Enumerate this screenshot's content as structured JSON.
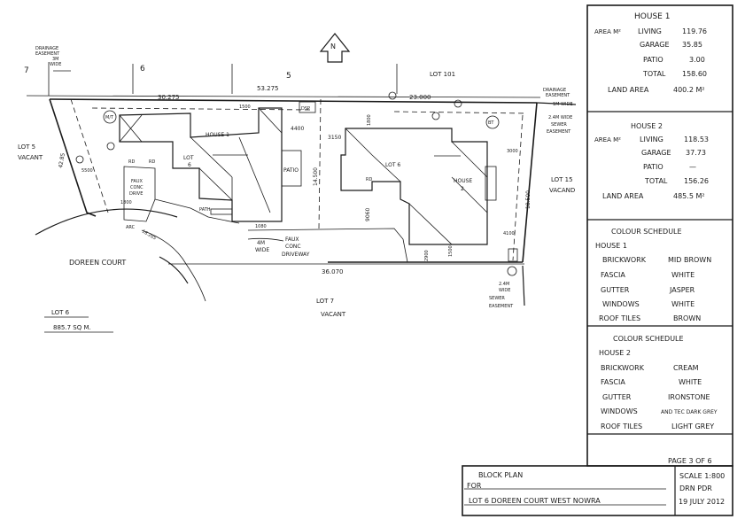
{
  "title_block": {
    "title": "BLOCK PLAN",
    "for_label": "FOR",
    "location": "LOT 6  DOREEN COURT  WEST NOWRA",
    "scale": "SCALE 1:800",
    "drawn": "DRN PDR",
    "date": "19 JULY 2012",
    "page": "PAGE 3 OF 6"
  },
  "house1": {
    "heading": "HOUSE 1",
    "area_label": "AREA M²",
    "rows": [
      {
        "label": "LIVING",
        "value": "119.76"
      },
      {
        "label": "GARAGE",
        "value": "35.85"
      },
      {
        "label": "PATIO",
        "value": "3.00"
      },
      {
        "label": "TOTAL",
        "value": "158.60"
      }
    ],
    "land_label": "LAND AREA",
    "land_value": "400.2 M²"
  },
  "house2": {
    "heading": "HOUSE 2",
    "area_label": "AREA M²",
    "rows": [
      {
        "label": "LIVING",
        "value": "118.53"
      },
      {
        "label": "GARAGE",
        "value": "37.73"
      },
      {
        "label": "PATIO",
        "value": "—"
      },
      {
        "label": "TOTAL",
        "value": "156.26"
      }
    ],
    "land_label": "LAND AREA",
    "land_value": "485.5 M²"
  },
  "colour1": {
    "heading": "COLOUR SCHEDULE",
    "subheading": "HOUSE 1",
    "rows": [
      {
        "item": "BRICKWORK",
        "colour": "MID BROWN"
      },
      {
        "item": "FASCIA",
        "colour": "WHITE"
      },
      {
        "item": "GUTTER",
        "colour": "JASPER"
      },
      {
        "item": "WINDOWS",
        "colour": "WHITE"
      },
      {
        "item": "ROOF TILES",
        "colour": "BROWN"
      }
    ]
  },
  "colour2": {
    "heading": "COLOUR SCHEDULE",
    "subheading": "HOUSE 2",
    "rows": [
      {
        "item": "BRICKWORK",
        "colour": "CREAM"
      },
      {
        "item": "FASCIA",
        "colour": "WHITE"
      },
      {
        "item": "GUTTER",
        "colour": "IRONSTONE"
      },
      {
        "item": "WINDOWS",
        "colour": "AND TEC DARK GREY"
      },
      {
        "item": "ROOF TILES",
        "colour": "LIGHT GREY"
      }
    ]
  },
  "plan": {
    "north": "N",
    "lots": {
      "lot7_left": "7",
      "lot6_top": "6",
      "lot5_top": "5",
      "lot101": "LOT 101",
      "lot5_left": "LOT 5",
      "vacant_left": "VACANT",
      "lot15": "LOT 15",
      "vacant_right": "VACAND",
      "lot7_bottom": "LOT 7",
      "vacant_bottom": "VACANT",
      "lot6_area_label": "LOT 6",
      "lot6_area_value": "885.7 SQ M."
    },
    "labels": {
      "drainage_left_1": "DRAINAGE",
      "drainage_left_2": "EASEMENT",
      "drainage_left_3": "3M",
      "drainage_left_4": "WIDE",
      "drainage_right_1": "DRAINAGE",
      "drainage_right_2": "EASEMENT",
      "drainage_right_3": "1M WIDE",
      "sewer_right_1": "2.4M WIDE",
      "sewer_right_2": "SEWER",
      "sewer_right_3": "EASEMENT",
      "sewer_bottom_1": "2.4M",
      "sewer_bottom_2": "WIDE",
      "sewer_bottom_3": "SEWER",
      "sewer_bottom_4": "EASEMENT",
      "house1": "HOUSE 1",
      "house2_1": "HOUSE",
      "house2_2": "2",
      "lot6_h1_1": "LOT",
      "lot6_h1_2": "6",
      "lot6_h2": "LOT 6",
      "patio": "PATIO",
      "path": "PATH",
      "faux_drive_1": "FAUX",
      "faux_drive_2": "CONC",
      "faux_drive_3": "DRIVE",
      "faux_dw_1": "FAUX",
      "faux_dw_2": "CONC",
      "faux_dw_3": "DRIVEWAY",
      "wide_4m_1": "4M",
      "wide_4m_2": "WIDE",
      "road": "DOREEN COURT",
      "arc_label": "ARC",
      "rd1": "RD",
      "rd2": "RD",
      "rd3": "RD",
      "dsp": "DSP",
      "bt": "BT",
      "mt": "M/T"
    },
    "dims": {
      "d_30275": "30.275",
      "d_53275": "53.275",
      "d_23000": "23.000",
      "d_36070": "36.070",
      "d_18500": "18.500",
      "d_14500": "14.500",
      "d_42": "42.85",
      "d_1500": "1500",
      "d_4400": "4400",
      "d_3150": "3150",
      "d_1800": "1800",
      "d_5500": "5500",
      "d_9060": "9060",
      "d_3000": "3000",
      "d_4100": "4100",
      "d_1080": "1080",
      "d_1500b": "1500",
      "d_2900": "2900",
      "d_16285": "16.285",
      "d_1800b": "1800"
    }
  }
}
